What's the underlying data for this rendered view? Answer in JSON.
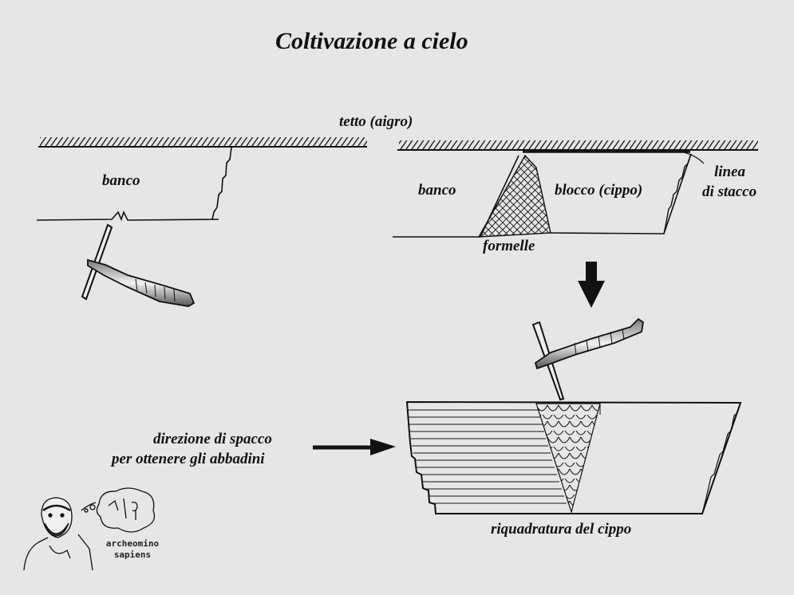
{
  "title": "Coltivazione a cielo",
  "labels": {
    "tetto": "tetto (aigro)",
    "banco_left": "banco",
    "banco_right": "banco",
    "blocco": "blocco (cippo)",
    "linea_line1": "linea",
    "linea_line2": "di stacco",
    "formelle": "formelle",
    "direzione_line1": "direzione di spacco",
    "direzione_line2": "per ottenere gli abbadini",
    "riquadratura": "riquadratura del cippo"
  },
  "mascot": {
    "name_line1": "archeomino",
    "name_line2": "sapiens"
  },
  "colors": {
    "background": "#e6e6e6",
    "ink": "#111111"
  },
  "icons": [
    "pick-hammer-icon",
    "down-arrow-icon",
    "right-arrow-icon",
    "archeomino-mascot-icon"
  ]
}
